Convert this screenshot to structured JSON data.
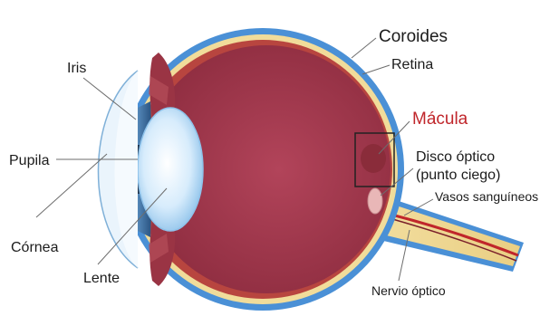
{
  "labels": {
    "coroides": "Coroides",
    "retina": "Retina",
    "macula": "Mácula",
    "disco_line1": "Disco óptico",
    "disco_line2": "(punto ciego)",
    "vasos": "Vasos sanguíneos",
    "nervio": "Nervio óptico",
    "iris": "Iris",
    "pupila": "Pupila",
    "cornea": "Córnea",
    "lente": "Lente"
  },
  "colors": {
    "sclera": "#4a90d6",
    "retina": "#f1dc9a",
    "choroid": "#b8453f",
    "vitreous": "#a23a4a",
    "lens": "#cfe6fb",
    "macula_text": "#c0262b",
    "nerve": "#f1dc9a",
    "vessel": "#c0262b"
  }
}
